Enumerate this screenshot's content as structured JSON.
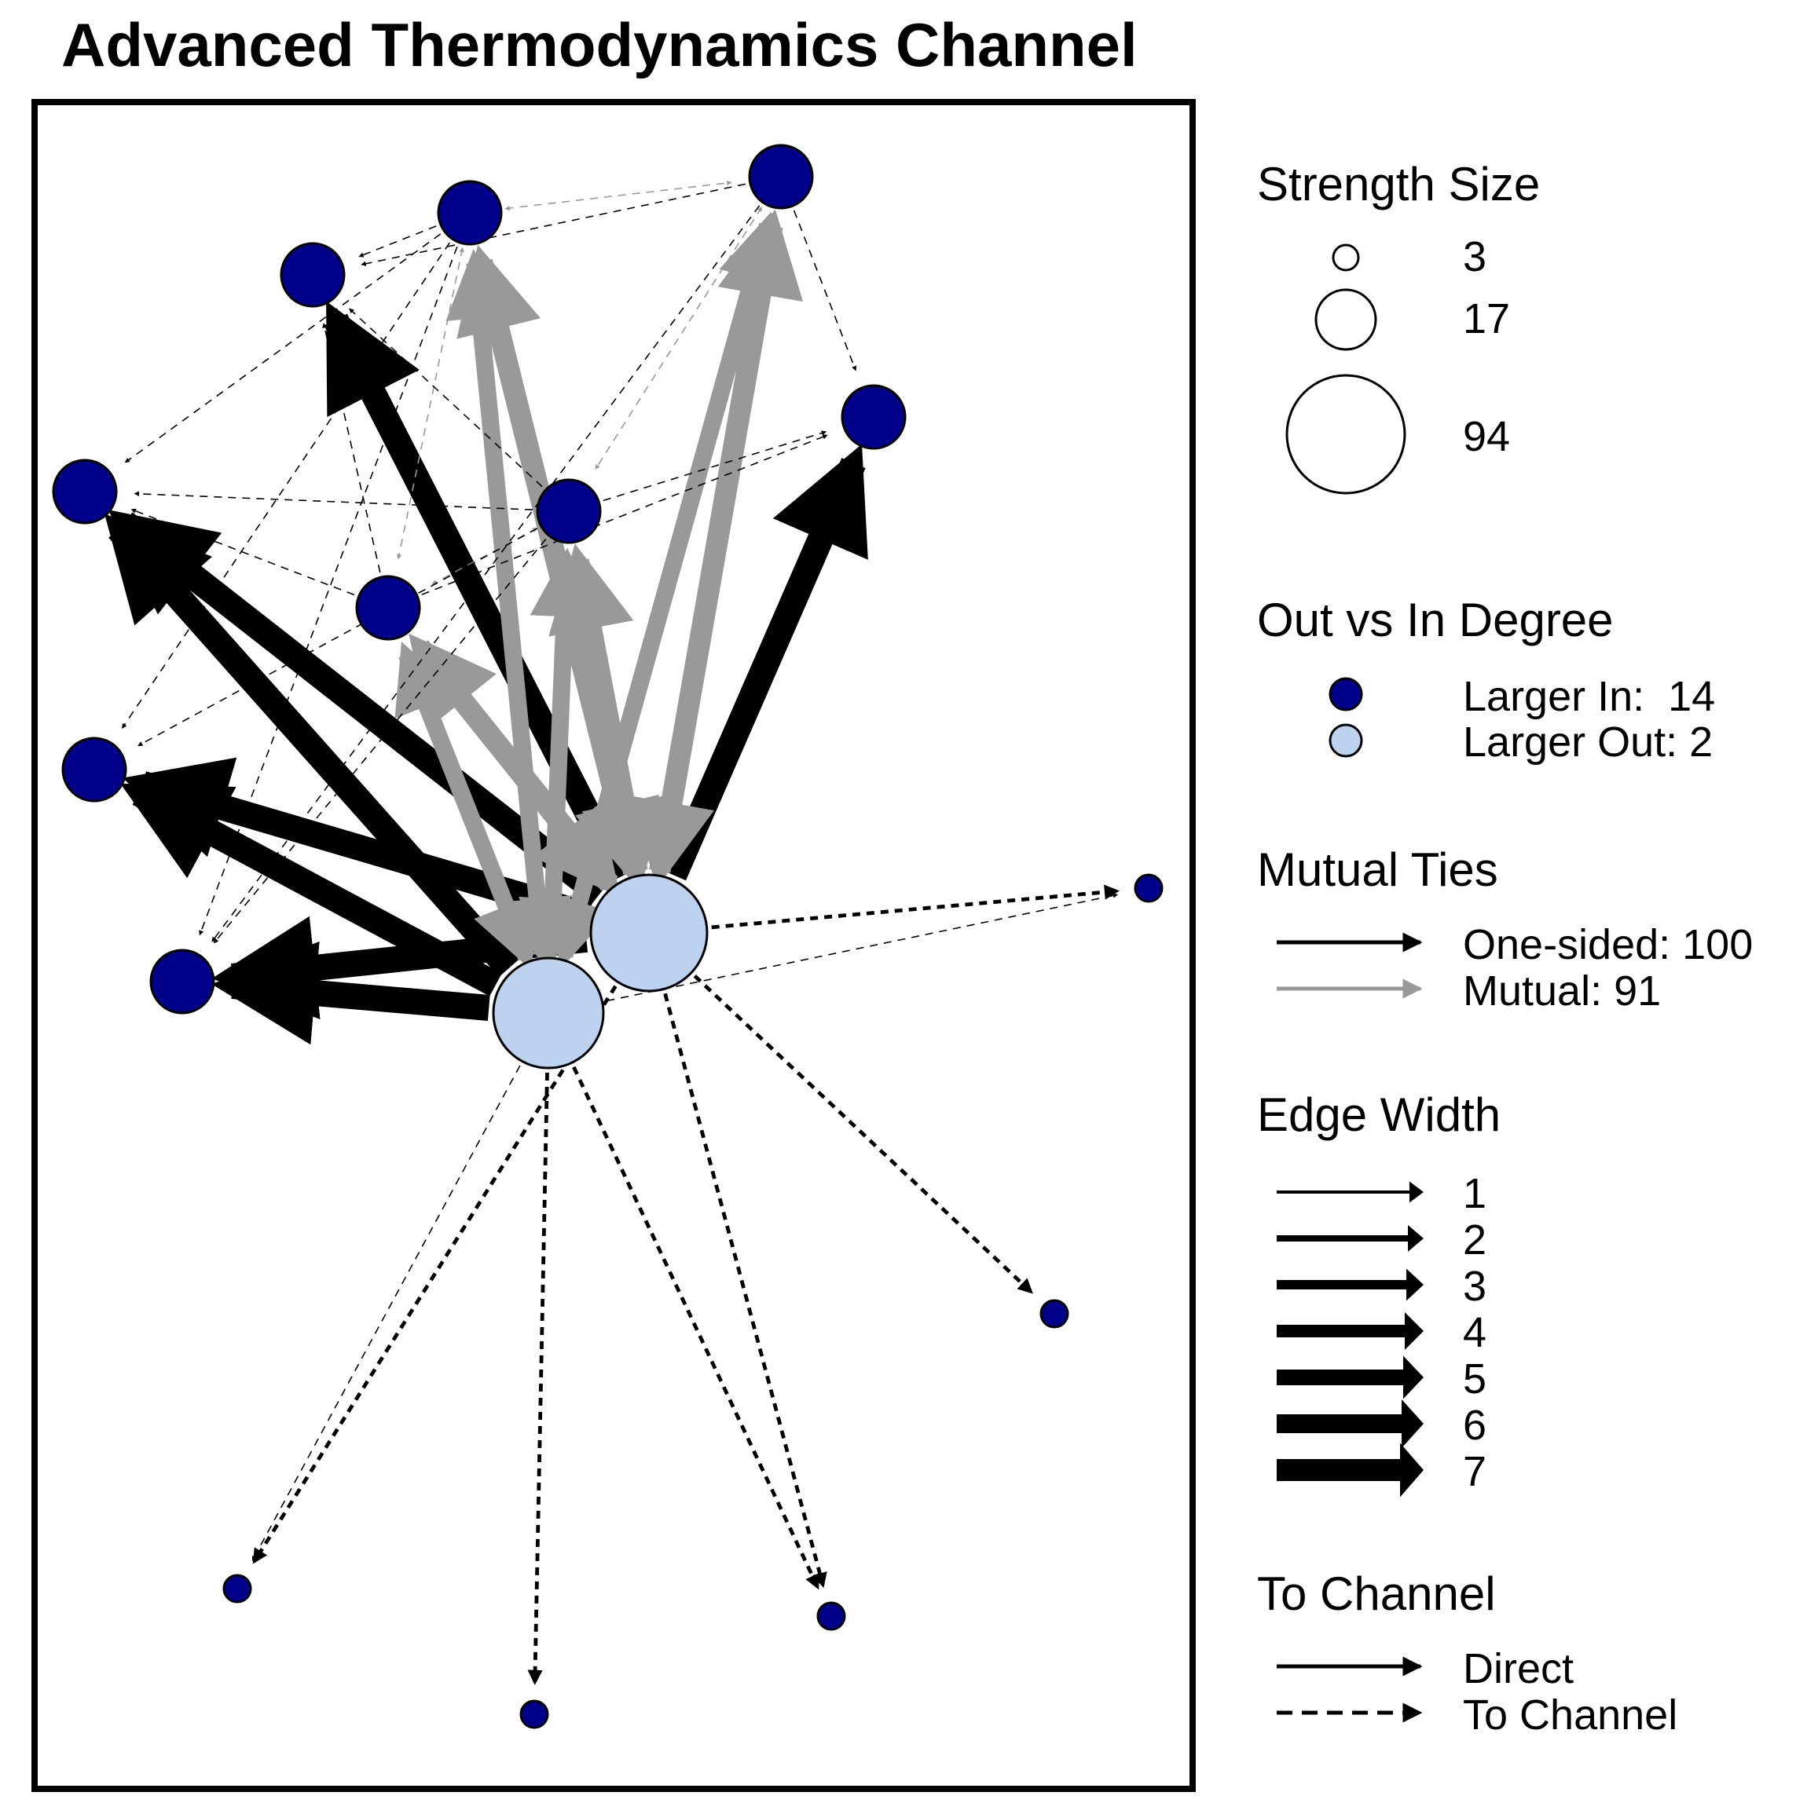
{
  "title": "Advanced Thermodynamics Channel",
  "colors": {
    "larger_in": "#00008B",
    "larger_out": "#BCD2EE",
    "one_sided": "#000000",
    "mutual": "#999999"
  },
  "legend": {
    "strength_size": {
      "heading": "Strength Size",
      "items": [
        {
          "label": "3",
          "value": 3
        },
        {
          "label": "17",
          "value": 17
        },
        {
          "label": "94",
          "value": 94
        }
      ]
    },
    "degree": {
      "heading": "Out vs In Degree",
      "items": [
        {
          "label": "Larger In:  14",
          "color": "#00008B"
        },
        {
          "label": "Larger Out: 2",
          "color": "#BCD2EE"
        }
      ]
    },
    "mutual_ties": {
      "heading": "Mutual Ties",
      "items": [
        {
          "label": "One-sided: 100",
          "color": "#000000"
        },
        {
          "label": "Mutual: 91",
          "color": "#999999"
        }
      ]
    },
    "edge_width": {
      "heading": "Edge Width",
      "items": [
        {
          "label": "1",
          "width": 1
        },
        {
          "label": "2",
          "width": 2
        },
        {
          "label": "3",
          "width": 3
        },
        {
          "label": "4",
          "width": 4
        },
        {
          "label": "5",
          "width": 5
        },
        {
          "label": "6",
          "width": 6
        },
        {
          "label": "7",
          "width": 7
        }
      ]
    },
    "to_channel": {
      "heading": "To Channel",
      "items": [
        {
          "label": "Direct",
          "style": "solid"
        },
        {
          "label": "To Channel",
          "style": "dashed"
        }
      ]
    }
  },
  "network": {
    "nodes": [
      {
        "id": "A",
        "group": "larger_out",
        "strength": 94
      },
      {
        "id": "B",
        "group": "larger_out",
        "strength": 80
      },
      {
        "id": "C",
        "group": "larger_in",
        "strength": 30
      },
      {
        "id": "D",
        "group": "larger_in",
        "strength": 30
      },
      {
        "id": "E",
        "group": "larger_in",
        "strength": 30
      },
      {
        "id": "F",
        "group": "larger_in",
        "strength": 28
      },
      {
        "id": "G",
        "group": "larger_in",
        "strength": 30
      },
      {
        "id": "H",
        "group": "larger_in",
        "strength": 30
      },
      {
        "id": "I",
        "group": "larger_in",
        "strength": 28
      },
      {
        "id": "J",
        "group": "larger_in",
        "strength": 28
      },
      {
        "id": "K",
        "group": "larger_in",
        "strength": 28
      },
      {
        "id": "L",
        "group": "larger_in",
        "strength": 3
      },
      {
        "id": "M",
        "group": "larger_in",
        "strength": 3
      },
      {
        "id": "N",
        "group": "larger_in",
        "strength": 3
      },
      {
        "id": "O",
        "group": "larger_in",
        "strength": 3
      },
      {
        "id": "P",
        "group": "larger_in",
        "strength": 3
      }
    ],
    "edges": [
      {
        "from": "A",
        "to": "K",
        "width": 6,
        "mutual": false,
        "to_channel": false
      },
      {
        "from": "A",
        "to": "I",
        "width": 6,
        "mutual": false,
        "to_channel": false
      },
      {
        "from": "A",
        "to": "D",
        "width": 6,
        "mutual": false,
        "to_channel": false
      },
      {
        "from": "A",
        "to": "H",
        "width": 6,
        "mutual": false,
        "to_channel": false
      },
      {
        "from": "A",
        "to": "J",
        "width": 6,
        "mutual": false,
        "to_channel": false
      },
      {
        "from": "B",
        "to": "J",
        "width": 6,
        "mutual": false,
        "to_channel": false
      },
      {
        "from": "B",
        "to": "I",
        "width": 6,
        "mutual": false,
        "to_channel": false
      },
      {
        "from": "B",
        "to": "K",
        "width": 6,
        "mutual": false,
        "to_channel": false
      },
      {
        "from": "A",
        "to": "L",
        "width": 3,
        "mutual": false,
        "to_channel": true
      },
      {
        "from": "A",
        "to": "M",
        "width": 3,
        "mutual": false,
        "to_channel": true
      },
      {
        "from": "A",
        "to": "O",
        "width": 3,
        "mutual": false,
        "to_channel": true
      },
      {
        "from": "A",
        "to": "N",
        "width": 3,
        "mutual": false,
        "to_channel": true
      },
      {
        "from": "B",
        "to": "O",
        "width": 3,
        "mutual": false,
        "to_channel": true
      },
      {
        "from": "B",
        "to": "P",
        "width": 3,
        "mutual": false,
        "to_channel": true
      },
      {
        "from": "B",
        "to": "L",
        "width": 1,
        "mutual": false,
        "to_channel": true
      },
      {
        "from": "B",
        "to": "N",
        "width": 1,
        "mutual": false,
        "to_channel": true
      },
      {
        "from": "A",
        "to": "C",
        "width": 5,
        "mutual": true,
        "to_channel": false
      },
      {
        "from": "A",
        "to": "E",
        "width": 5,
        "mutual": true,
        "to_channel": false
      },
      {
        "from": "A",
        "to": "F",
        "width": 5,
        "mutual": true,
        "to_channel": false
      },
      {
        "from": "A",
        "to": "G",
        "width": 5,
        "mutual": true,
        "to_channel": false
      },
      {
        "from": "B",
        "to": "C",
        "width": 4,
        "mutual": true,
        "to_channel": false
      },
      {
        "from": "B",
        "to": "E",
        "width": 4,
        "mutual": true,
        "to_channel": false
      },
      {
        "from": "B",
        "to": "F",
        "width": 4,
        "mutual": true,
        "to_channel": false
      },
      {
        "from": "B",
        "to": "G",
        "width": 4,
        "mutual": true,
        "to_channel": false
      },
      {
        "from": "C",
        "to": "G",
        "width": 1,
        "mutual": true,
        "to_channel": true
      },
      {
        "from": "E",
        "to": "F",
        "width": 1,
        "mutual": true,
        "to_channel": true
      },
      {
        "from": "C",
        "to": "F",
        "width": 1,
        "mutual": true,
        "to_channel": true
      },
      {
        "from": "G",
        "to": "E",
        "width": 1,
        "mutual": true,
        "to_channel": true
      },
      {
        "from": "C",
        "to": "I",
        "width": 1,
        "mutual": false,
        "to_channel": true
      },
      {
        "from": "C",
        "to": "J",
        "width": 1,
        "mutual": false,
        "to_channel": true
      },
      {
        "from": "C",
        "to": "K",
        "width": 1,
        "mutual": false,
        "to_channel": true
      },
      {
        "from": "E",
        "to": "D",
        "width": 1,
        "mutual": false,
        "to_channel": true
      },
      {
        "from": "E",
        "to": "I",
        "width": 1,
        "mutual": false,
        "to_channel": true
      },
      {
        "from": "E",
        "to": "J",
        "width": 1,
        "mutual": false,
        "to_channel": true
      },
      {
        "from": "E",
        "to": "K",
        "width": 1,
        "mutual": false,
        "to_channel": true
      },
      {
        "from": "E",
        "to": "H",
        "width": 1,
        "mutual": false,
        "to_channel": true
      },
      {
        "from": "F",
        "to": "H",
        "width": 1,
        "mutual": false,
        "to_channel": true
      },
      {
        "from": "F",
        "to": "D",
        "width": 1,
        "mutual": false,
        "to_channel": true
      },
      {
        "from": "G",
        "to": "D",
        "width": 1,
        "mutual": false,
        "to_channel": true
      },
      {
        "from": "G",
        "to": "H",
        "width": 1,
        "mutual": false,
        "to_channel": true
      },
      {
        "from": "F",
        "to": "I",
        "width": 1,
        "mutual": false,
        "to_channel": true
      },
      {
        "from": "G",
        "to": "K",
        "width": 1,
        "mutual": false,
        "to_channel": true
      },
      {
        "from": "C",
        "to": "D",
        "width": 1,
        "mutual": false,
        "to_channel": true
      }
    ]
  }
}
